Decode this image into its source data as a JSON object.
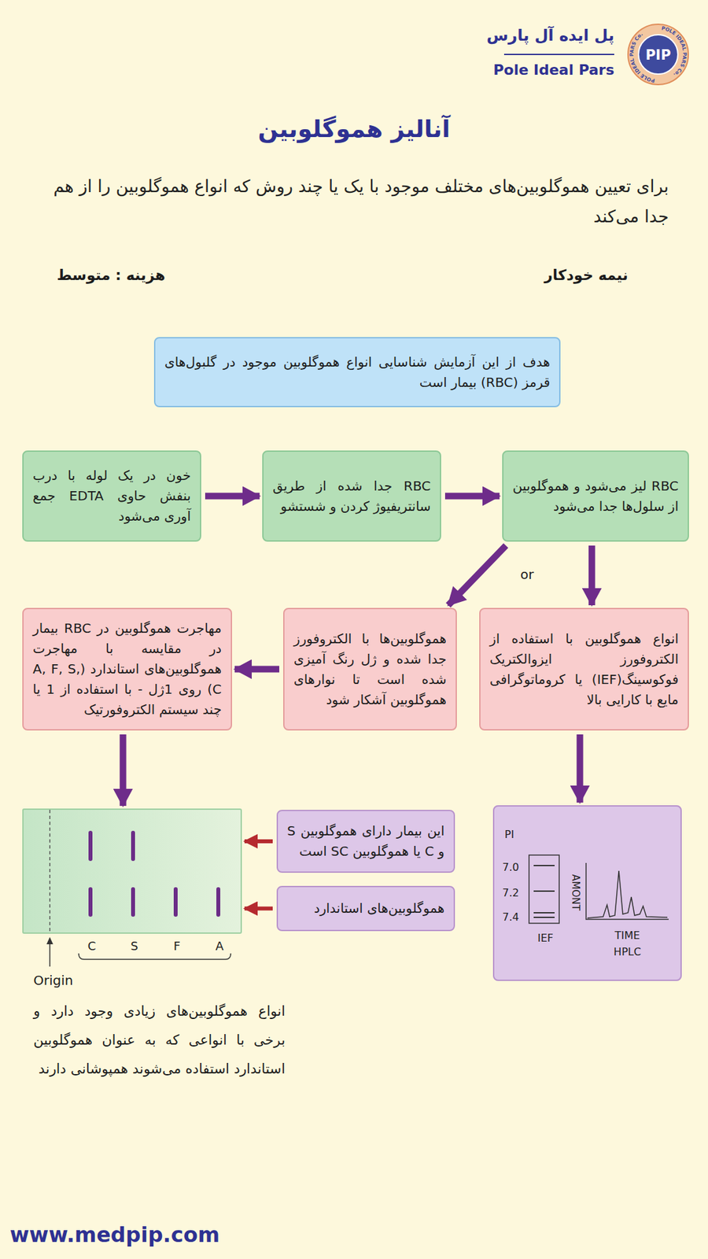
{
  "diagram": {
    "title": "آنالیز هموگلوبین",
    "nodes": [
      {
        "text": [
          "هدف از این آزمایش شناسایی انواع هموگلوبین موجود در گلبول‌های قرمز (RBC) بیمار است"
        ]
      },
      {
        "text": [
          "خون در یک لوله با درب بنفش حاوی EDTA جمع آوری می‌شود"
        ]
      },
      {
        "text": [
          "RBC جدا شده از طریق سانتریفیوژ کردن و شستشو"
        ]
      },
      {
        "text": [
          "RBC لیز می‌شود و هموگلوبین از سلول‌ها جدا می‌شود"
        ]
      },
      {
        "text": [
          "انواع هموگلوبین با استفاده از الکتروفورز ایزوالکتریک فوکوسینگ(IEF) یا کروماتوگرافی مایع با کارایی بالا"
        ]
      },
      {
        "text": [
          "هموگلوبین‌ها با الکتروفورز جدا شده و ژل رنگ آمیزی شده است تا نوارهای هموگلوبین آشکار شود"
        ]
      },
      {
        "text": [
          "مهاجرت هموگلوبین در RBC بیمار در مقایسه با مهاجرت هموگلوبین‌های استاندارد (A, F, S, C) روی 1ژل - با استفاده از 1 یا چند سیستم الکتروفورتیک"
        ]
      },
      {
        "text": [
          "C",
          "S",
          "F",
          "A"
        ]
      },
      {
        "text": [
          "این بیمار دارای هموگلوبین S و C یا هموگلوبین SC است"
        ]
      },
      {
        "text": [
          "هموگلوبین‌های استاندارد"
        ]
      },
      {
        "text": [
          "PI",
          "7.0",
          "7.2",
          "7.4",
          "IEF",
          "AMONT",
          "TIME",
          "HPLC"
        ]
      }
    ],
    "edges": [
      {
        "from": 1,
        "to": 2,
        "arrow": "to"
      },
      {
        "from": 2,
        "to": 3,
        "arrow": "to"
      },
      {
        "from": 3,
        "to": 4,
        "arrow": "to"
      },
      {
        "from": 3,
        "to": 5,
        "arrow": "to"
      },
      {
        "from": 5,
        "to": 6,
        "arrow": "to"
      },
      {
        "from": 6,
        "to": 7,
        "arrow": "to"
      },
      {
        "from": 4,
        "to": 10,
        "arrow": "to"
      },
      {
        "from": 8,
        "to": 7,
        "arrow": "to"
      },
      {
        "from": 9,
        "to": 7,
        "arrow": "to"
      }
    ],
    "labels": [
      "پل ایده آل پارس",
      "Pole Ideal Pars",
      "PIP",
      "POLE IDEAL PARS Co.",
      "POLE IDEAL PARS Co.",
      "برای تعیین هموگلوبین‌های مختلف موجود با یک یا چند روش که انواع هموگلوبین را از هم جدا می‌کند",
      "نیمه خودکار",
      "هزینه : متوسط",
      "or",
      "Origin",
      "انواع هموگلوبین‌های زیادی وجود دارد و برخی با انواعی که به عنوان هموگلوبین استاندارد استفاده می‌شوند همپوشانی دارند",
      "www.medpip.com"
    ]
  }
}
